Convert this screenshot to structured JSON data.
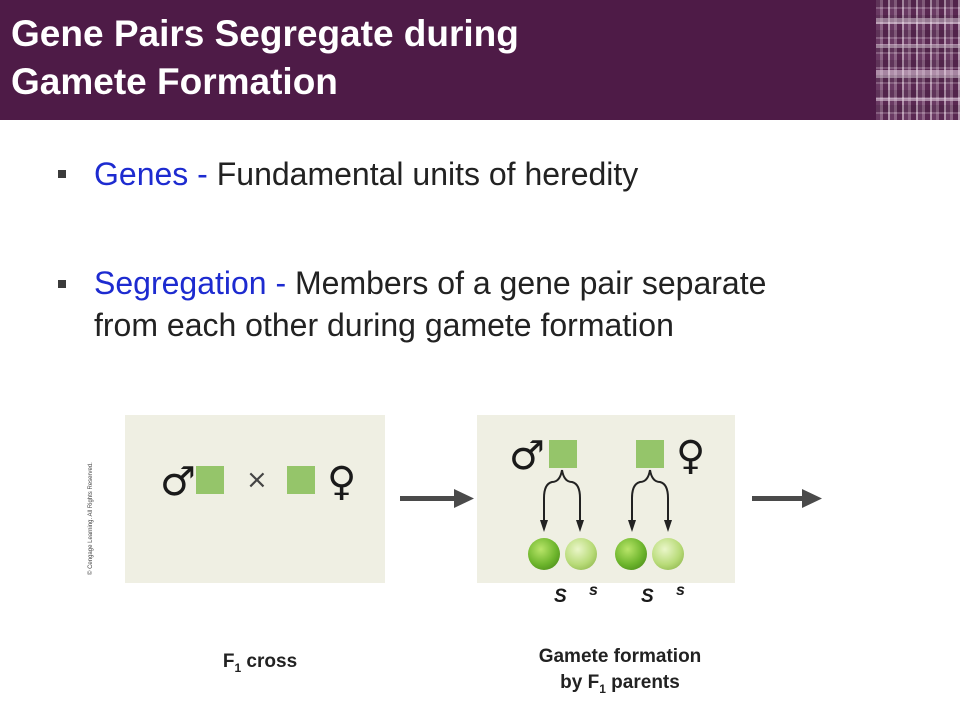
{
  "slide": {
    "title_line1": "Gene Pairs Segregate during",
    "title_line2": "Gamete Formation",
    "colors": {
      "header_bg": "#4e1b47",
      "term_blue": "#1d2bd0",
      "panel_bg": "#efefe3",
      "square_green": "#95c56a"
    }
  },
  "bullets": [
    {
      "term": "Genes",
      "separator": " - ",
      "text": "Fundamental units of heredity"
    },
    {
      "term": "Segregation",
      "separator": " - ",
      "text_line1": "Members of a gene pair separate",
      "text_line2": "from each other during gamete formation"
    }
  ],
  "figure": {
    "copyright": "© Cengage Learning. All Rights Reserved.",
    "male_symbol": "♂",
    "female_symbol": "♀",
    "cross_symbol": "×",
    "alleles": [
      "S",
      "s",
      "S",
      "s"
    ],
    "caption1_main": "F",
    "caption1_sub": "1",
    "caption1_rest": " cross",
    "caption2_line1": "Gamete formation",
    "caption2_line2_pre": "by F",
    "caption2_sub": "1",
    "caption2_line2_post": " parents",
    "icons": [
      "male-symbol-icon",
      "female-symbol-icon",
      "cross-icon",
      "arrow-right-icon",
      "arrow-down-icon"
    ]
  }
}
